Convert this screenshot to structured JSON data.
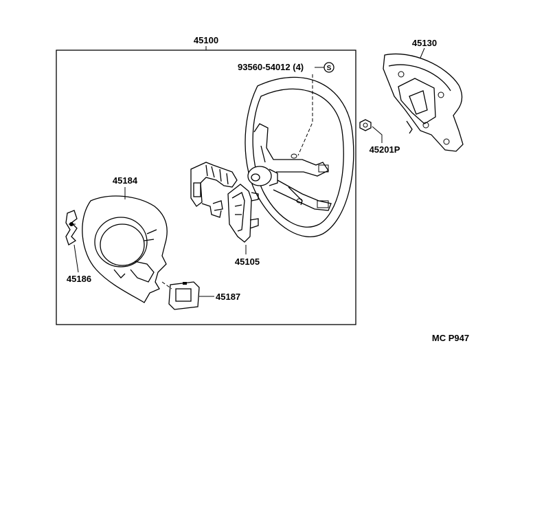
{
  "diagram": {
    "assembly_label": "45100",
    "screw_label": "93560-54012 (4)",
    "screw_symbol": "S",
    "labels": {
      "horn_pad": "45130",
      "nut": "45201P",
      "cover": "45184",
      "bracket": "45186",
      "switch": "45187",
      "horn_contact": "45105"
    },
    "figure_code": "MC P947"
  }
}
